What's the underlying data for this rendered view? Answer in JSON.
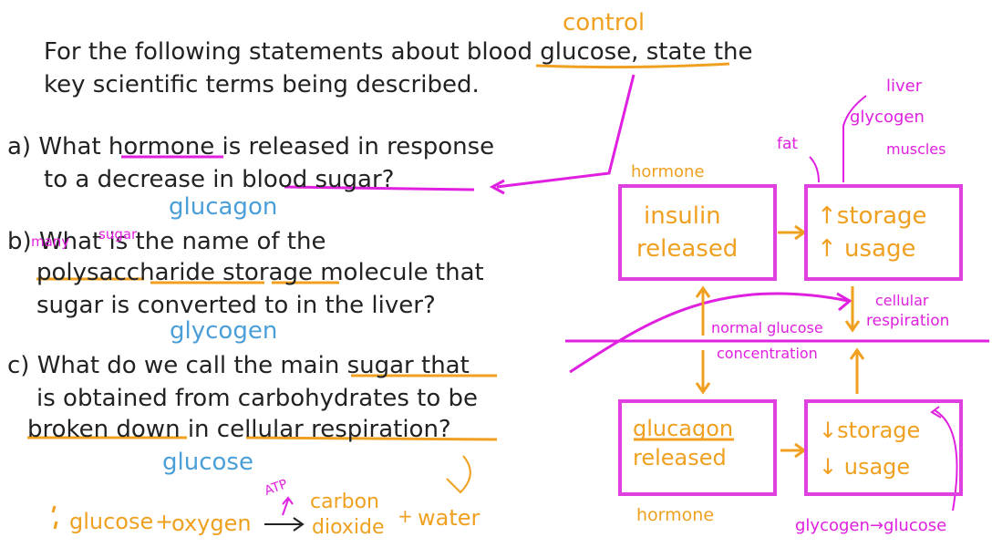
{
  "top": {
    "annotation_control": "control",
    "intro_line1": "For the following statements about blood glucose, state the",
    "intro_line2": "key scientific terms being described."
  },
  "questions": [
    {
      "line1": "a) What hormone is released in response",
      "line2": "to a decrease in blood sugar?",
      "answer": "glucagon"
    },
    {
      "line1": "b) What is the name of the",
      "annot_many": "many",
      "annot_sugar": "sugar",
      "line2": "polysaccharide storage molecule that",
      "line3": "sugar is converted to in the liver?",
      "answer": "glycogen"
    },
    {
      "line1": "c) What do we call the main sugar that",
      "line2": "is obtained from carbohydrates to be",
      "line3": "broken down in cellular respiration?",
      "answer": "glucose"
    }
  ],
  "equation": {
    "reactant1": "glucose",
    "plus1": "+",
    "reactant2": "oxygen",
    "atp": "ATP",
    "product1a": "carbon",
    "product1b": "dioxide",
    "plus2": "+",
    "product2": "water"
  },
  "diagram": {
    "hormone_top": "hormone",
    "insulin_line1": "insulin",
    "insulin_line2": "released",
    "storage_up_line1": "↑storage",
    "storage_up_line2": "↑ usage",
    "fat": "fat",
    "liver": "liver",
    "glycogen": "glycogen",
    "muscles": "muscles",
    "cellular": "cellular",
    "respiration": "respiration",
    "normal_glucose": "normal glucose",
    "concentration": "concentration",
    "glucagon_line1": "glucagon",
    "glucagon_line2": "released",
    "storage_down_line1": "↓storage",
    "storage_down_line2": "↓ usage",
    "hormone_bottom": "hormone",
    "glycogen_to_glucose": "glycogen→glucose"
  },
  "colors": {
    "ink": "#222222",
    "blue": "#4a9fd8",
    "orange": "#f0a020",
    "magenta": "#e020e0"
  }
}
